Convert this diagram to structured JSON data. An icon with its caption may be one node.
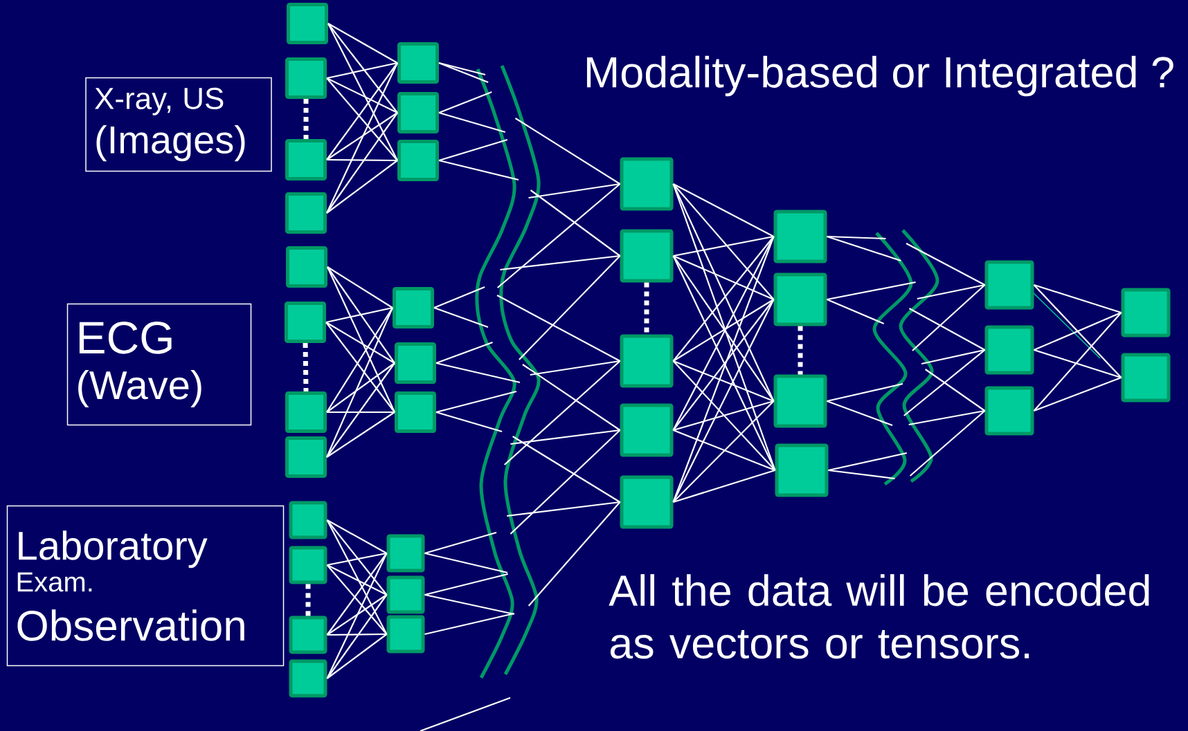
{
  "diagram": {
    "nodes": [
      {
        "text": [
          "X-ray, US",
          "(Images)"
        ]
      },
      {
        "text": [
          "ECG",
          "(Wave)"
        ]
      },
      {
        "text": [
          "Laboratory",
          "Exam.",
          "Observation"
        ]
      },
      {
        "text": [],
        "shape": "box"
      },
      {
        "text": [],
        "shape": "box"
      },
      {
        "text": [],
        "shape": "box"
      },
      {
        "text": [],
        "shape": "box"
      },
      {
        "text": [],
        "shape": "box"
      },
      {
        "text": [],
        "shape": "box"
      },
      {
        "text": [],
        "shape": "box"
      },
      {
        "text": [],
        "shape": "box"
      },
      {
        "text": [],
        "shape": "box"
      },
      {
        "text": [],
        "shape": "box"
      },
      {
        "text": [],
        "shape": "box"
      },
      {
        "text": [],
        "shape": "box"
      },
      {
        "text": [],
        "shape": "box"
      },
      {
        "text": [],
        "shape": "box"
      },
      {
        "text": [],
        "shape": "box"
      },
      {
        "text": [],
        "shape": "box"
      },
      {
        "text": [],
        "shape": "box"
      },
      {
        "text": [],
        "shape": "box"
      },
      {
        "text": [],
        "shape": "box"
      },
      {
        "text": [],
        "shape": "box"
      },
      {
        "text": [],
        "shape": "box"
      },
      {
        "text": [],
        "shape": "box"
      },
      {
        "text": [],
        "shape": "box"
      },
      {
        "text": [],
        "shape": "box"
      },
      {
        "text": [],
        "shape": "box"
      },
      {
        "text": [],
        "shape": "box"
      },
      {
        "text": [],
        "shape": "box"
      },
      {
        "text": [],
        "shape": "box"
      },
      {
        "text": [],
        "shape": "box"
      },
      {
        "text": [],
        "shape": "box"
      },
      {
        "text": [],
        "shape": "box"
      },
      {
        "text": [],
        "shape": "box"
      },
      {
        "text": [],
        "shape": "box"
      },
      {
        "text": [],
        "shape": "box"
      },
      {
        "text": [],
        "shape": "box"
      }
    ],
    "edges": [
      {
        "from": 3,
        "to": 7,
        "arrow": "none"
      },
      {
        "from": 3,
        "to": 8,
        "arrow": "none"
      },
      {
        "from": 3,
        "to": 9,
        "arrow": "none"
      },
      {
        "from": 4,
        "to": 7,
        "arrow": "none"
      },
      {
        "from": 4,
        "to": 8,
        "arrow": "none"
      },
      {
        "from": 4,
        "to": 9,
        "arrow": "none"
      },
      {
        "from": 5,
        "to": 7,
        "arrow": "none"
      },
      {
        "from": 5,
        "to": 8,
        "arrow": "none"
      },
      {
        "from": 5,
        "to": 9,
        "arrow": "none"
      },
      {
        "from": 6,
        "to": 7,
        "arrow": "none"
      },
      {
        "from": 6,
        "to": 8,
        "arrow": "none"
      },
      {
        "from": 6,
        "to": 9,
        "arrow": "none"
      },
      {
        "from": 10,
        "to": 14,
        "arrow": "none"
      },
      {
        "from": 10,
        "to": 15,
        "arrow": "none"
      },
      {
        "from": 10,
        "to": 16,
        "arrow": "none"
      },
      {
        "from": 11,
        "to": 14,
        "arrow": "none"
      },
      {
        "from": 11,
        "to": 15,
        "arrow": "none"
      },
      {
        "from": 11,
        "to": 16,
        "arrow": "none"
      },
      {
        "from": 12,
        "to": 14,
        "arrow": "none"
      },
      {
        "from": 12,
        "to": 15,
        "arrow": "none"
      },
      {
        "from": 12,
        "to": 16,
        "arrow": "none"
      },
      {
        "from": 13,
        "to": 14,
        "arrow": "none"
      },
      {
        "from": 13,
        "to": 15,
        "arrow": "none"
      },
      {
        "from": 13,
        "to": 16,
        "arrow": "none"
      },
      {
        "from": 17,
        "to": 21,
        "arrow": "none"
      },
      {
        "from": 17,
        "to": 22,
        "arrow": "none"
      },
      {
        "from": 17,
        "to": 23,
        "arrow": "none"
      },
      {
        "from": 18,
        "to": 21,
        "arrow": "none"
      },
      {
        "from": 18,
        "to": 22,
        "arrow": "none"
      },
      {
        "from": 18,
        "to": 23,
        "arrow": "none"
      },
      {
        "from": 19,
        "to": 21,
        "arrow": "none"
      },
      {
        "from": 19,
        "to": 22,
        "arrow": "none"
      },
      {
        "from": 19,
        "to": 23,
        "arrow": "none"
      },
      {
        "from": 20,
        "to": 21,
        "arrow": "none"
      },
      {
        "from": 20,
        "to": 22,
        "arrow": "none"
      },
      {
        "from": 20,
        "to": 23,
        "arrow": "none"
      },
      {
        "from": 24,
        "to": 29,
        "arrow": "none"
      },
      {
        "from": 24,
        "to": 30,
        "arrow": "none"
      },
      {
        "from": 24,
        "to": 31,
        "arrow": "none"
      },
      {
        "from": 24,
        "to": 32,
        "arrow": "none"
      },
      {
        "from": 25,
        "to": 29,
        "arrow": "none"
      },
      {
        "from": 25,
        "to": 30,
        "arrow": "none"
      },
      {
        "from": 25,
        "to": 31,
        "arrow": "none"
      },
      {
        "from": 25,
        "to": 32,
        "arrow": "none"
      },
      {
        "from": 26,
        "to": 29,
        "arrow": "none"
      },
      {
        "from": 26,
        "to": 30,
        "arrow": "none"
      },
      {
        "from": 26,
        "to": 31,
        "arrow": "none"
      },
      {
        "from": 26,
        "to": 32,
        "arrow": "none"
      },
      {
        "from": 27,
        "to": 29,
        "arrow": "none"
      },
      {
        "from": 27,
        "to": 30,
        "arrow": "none"
      },
      {
        "from": 27,
        "to": 31,
        "arrow": "none"
      },
      {
        "from": 27,
        "to": 32,
        "arrow": "none"
      },
      {
        "from": 28,
        "to": 29,
        "arrow": "none"
      },
      {
        "from": 28,
        "to": 30,
        "arrow": "none"
      },
      {
        "from": 28,
        "to": 31,
        "arrow": "none"
      },
      {
        "from": 28,
        "to": 32,
        "arrow": "none"
      },
      {
        "from": 4,
        "to": 5,
        "arrow": "none",
        "style": "dashed"
      },
      {
        "from": 11,
        "to": 12,
        "arrow": "none",
        "style": "dashed"
      },
      {
        "from": 18,
        "to": 19,
        "arrow": "none",
        "style": "dashed"
      },
      {
        "from": 25,
        "to": 26,
        "arrow": "none",
        "style": "dashed"
      },
      {
        "from": 30,
        "to": 31,
        "arrow": "none",
        "style": "dashed"
      },
      {
        "from": 33,
        "to": 36,
        "arrow": "none"
      },
      {
        "from": 33,
        "to": 37,
        "arrow": "none"
      },
      {
        "from": 34,
        "to": 36,
        "arrow": "none"
      },
      {
        "from": 34,
        "to": 37,
        "arrow": "none"
      },
      {
        "from": 35,
        "to": 36,
        "arrow": "none"
      },
      {
        "from": 35,
        "to": 37,
        "arrow": "none"
      },
      {
        "from": 7,
        "to": null,
        "arrow": "none"
      },
      {
        "from": 7,
        "to": null,
        "arrow": "none"
      },
      {
        "from": 8,
        "to": null,
        "arrow": "none"
      },
      {
        "from": 8,
        "to": null,
        "arrow": "none"
      },
      {
        "from": 9,
        "to": null,
        "arrow": "none"
      },
      {
        "from": 9,
        "to": null,
        "arrow": "none"
      },
      {
        "from": 14,
        "to": null,
        "arrow": "none"
      },
      {
        "from": 14,
        "to": null,
        "arrow": "none"
      },
      {
        "from": 15,
        "to": null,
        "arrow": "none"
      },
      {
        "from": 15,
        "to": null,
        "arrow": "none"
      },
      {
        "from": 16,
        "to": null,
        "arrow": "none"
      },
      {
        "from": 16,
        "to": null,
        "arrow": "none"
      },
      {
        "from": 21,
        "to": null,
        "arrow": "none"
      },
      {
        "from": 21,
        "to": null,
        "arrow": "none"
      },
      {
        "from": 22,
        "to": null,
        "arrow": "none"
      },
      {
        "from": 22,
        "to": null,
        "arrow": "none"
      },
      {
        "from": 23,
        "to": null,
        "arrow": "none"
      },
      {
        "from": null,
        "to": 24,
        "arrow": "none"
      },
      {
        "from": null,
        "to": 24,
        "arrow": "none"
      },
      {
        "from": null,
        "to": 24,
        "arrow": "none"
      },
      {
        "from": null,
        "to": 25,
        "arrow": "none"
      },
      {
        "from": null,
        "to": 25,
        "arrow": "none"
      },
      {
        "from": null,
        "to": 25,
        "arrow": "none"
      },
      {
        "from": null,
        "to": 26,
        "arrow": "none"
      },
      {
        "from": null,
        "to": 26,
        "arrow": "none"
      },
      {
        "from": null,
        "to": 26,
        "arrow": "none"
      },
      {
        "from": null,
        "to": 27,
        "arrow": "none"
      },
      {
        "from": null,
        "to": 27,
        "arrow": "none"
      },
      {
        "from": null,
        "to": 27,
        "arrow": "none"
      },
      {
        "from": null,
        "to": 28,
        "arrow": "none"
      },
      {
        "from": null,
        "to": 28,
        "arrow": "none"
      },
      {
        "from": null,
        "to": 28,
        "arrow": "none"
      },
      {
        "from": 29,
        "to": null,
        "arrow": "none"
      },
      {
        "from": 29,
        "to": null,
        "arrow": "none"
      },
      {
        "from": 30,
        "to": null,
        "arrow": "none"
      },
      {
        "from": 30,
        "to": null,
        "arrow": "none"
      },
      {
        "from": 31,
        "to": null,
        "arrow": "none"
      },
      {
        "from": 31,
        "to": null,
        "arrow": "none"
      },
      {
        "from": 32,
        "to": null,
        "arrow": "none"
      },
      {
        "from": 32,
        "to": null,
        "arrow": "none"
      },
      {
        "from": null,
        "to": 33,
        "arrow": "none"
      },
      {
        "from": null,
        "to": 33,
        "arrow": "none"
      },
      {
        "from": null,
        "to": 33,
        "arrow": "none"
      },
      {
        "from": null,
        "to": 34,
        "arrow": "none"
      },
      {
        "from": null,
        "to": 34,
        "arrow": "none"
      },
      {
        "from": null,
        "to": 34,
        "arrow": "none"
      },
      {
        "from": null,
        "to": 35,
        "arrow": "none"
      },
      {
        "from": null,
        "to": 35,
        "arrow": "none"
      },
      {
        "from": null,
        "to": 35,
        "arrow": "none"
      }
    ],
    "labels": [
      "Modality-based or Integrated ?",
      "All the data will be encoded as vectors or tensors."
    ]
  }
}
